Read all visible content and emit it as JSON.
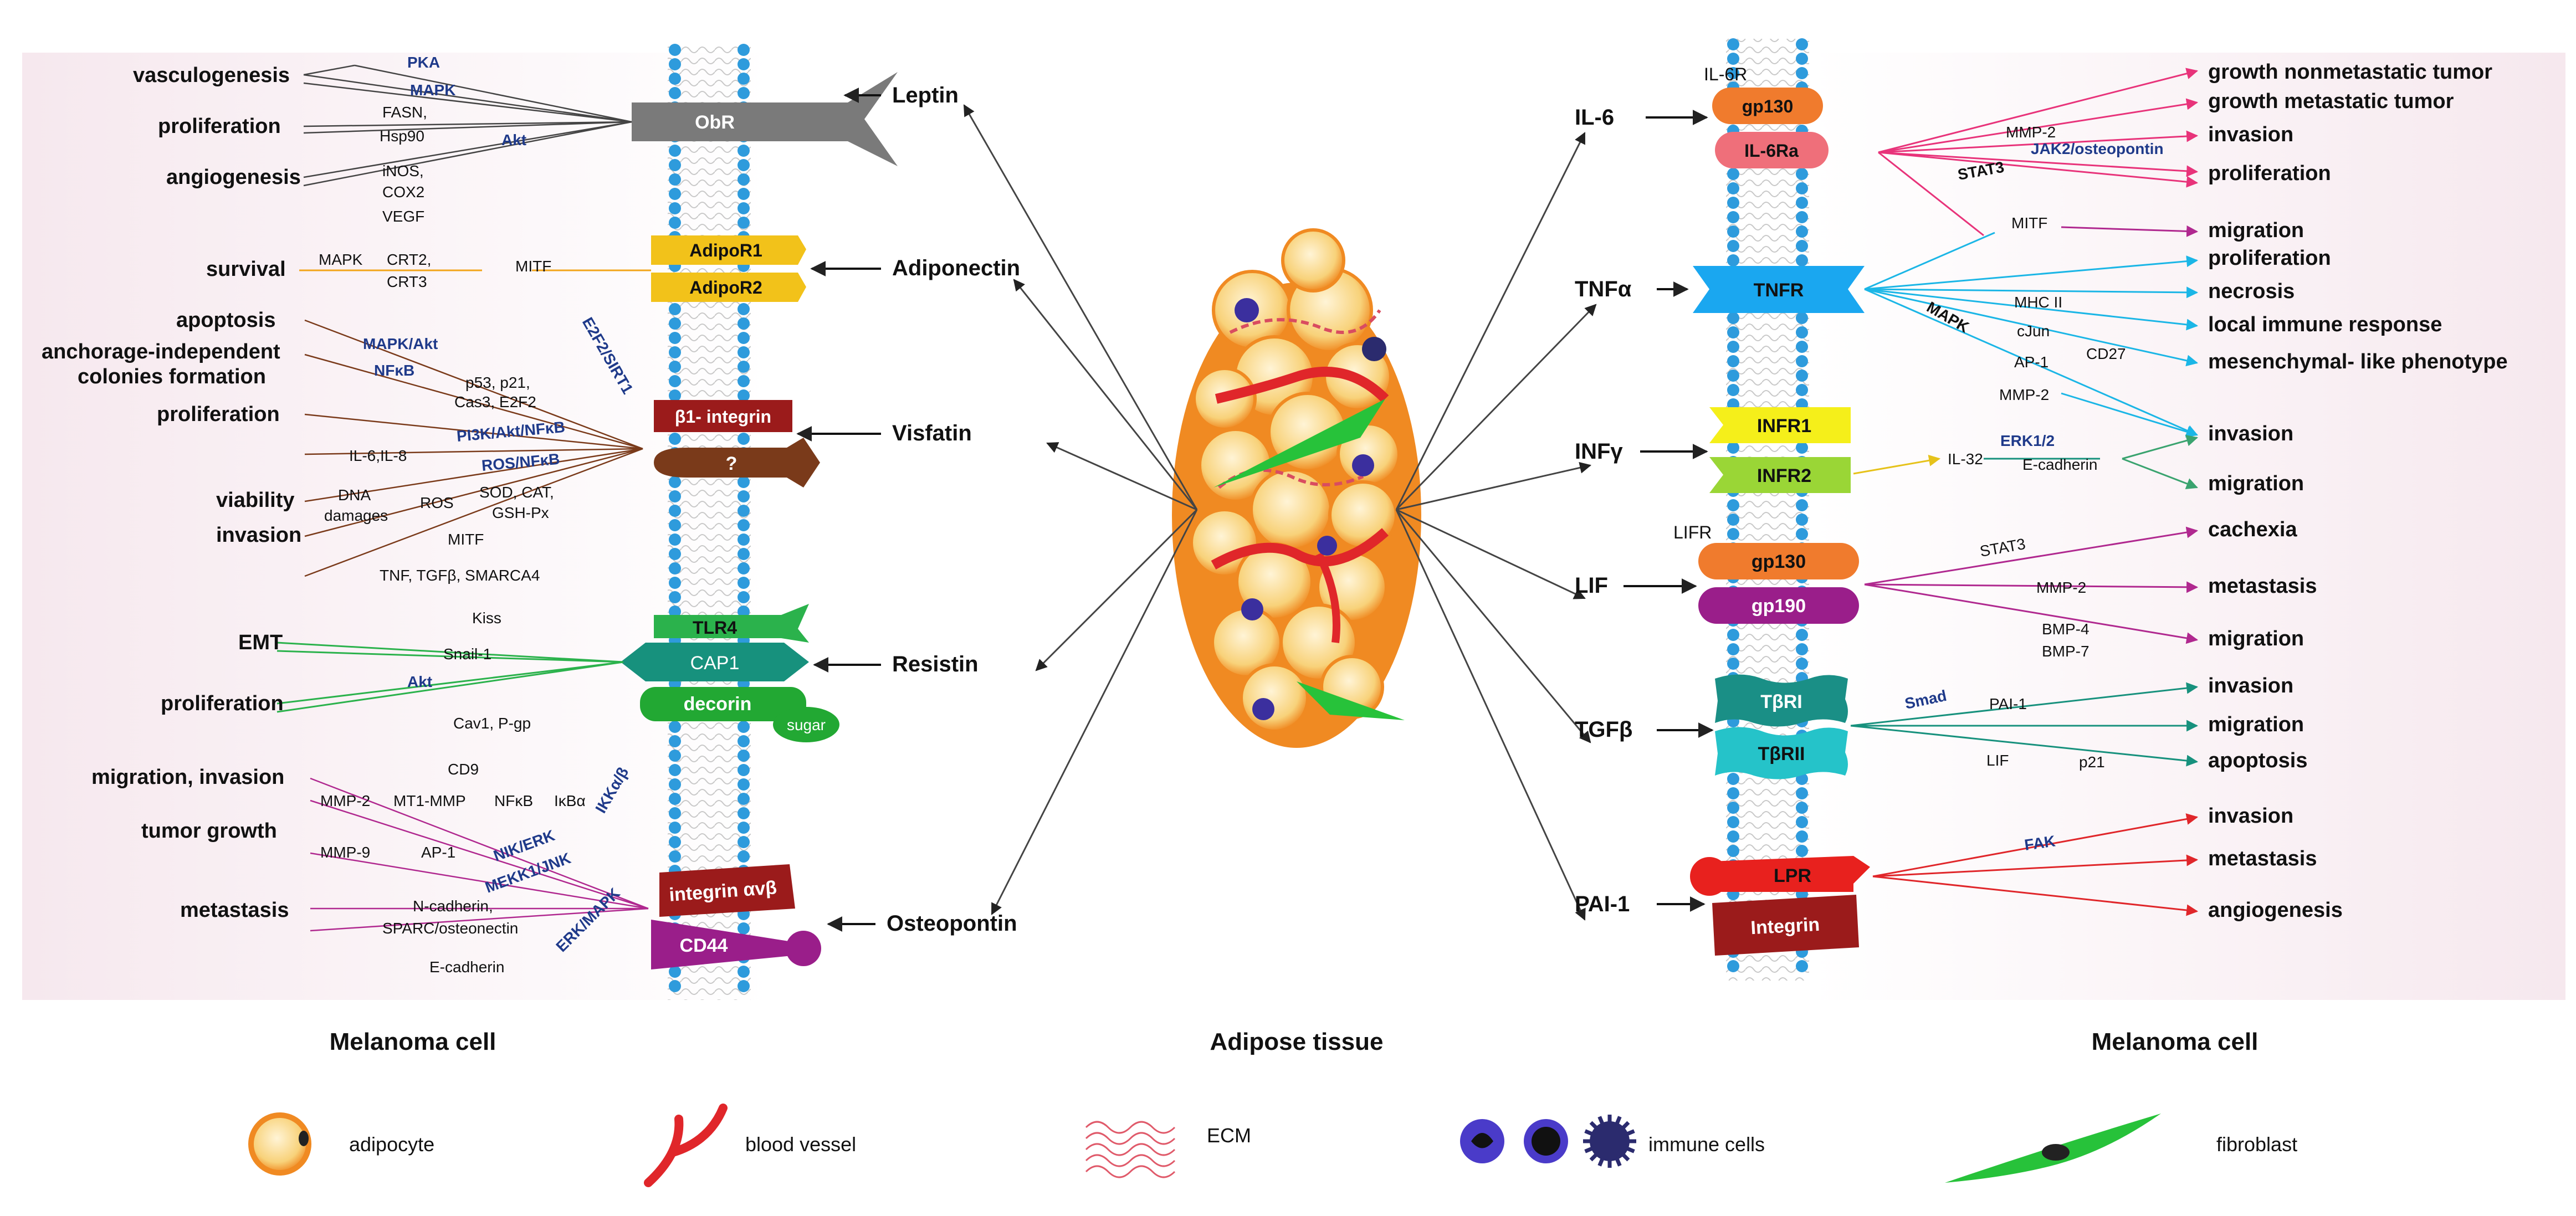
{
  "colors": {
    "membrane_head": "#2e9bdc",
    "left_bg": "#f8eef2",
    "right_bg": "#f8eef2",
    "obr": "#7a7a7a",
    "adipor": "#f2c21a",
    "integrin_b1": "#9b1b1b",
    "brown": "#7a3a1a",
    "green": "#2bb24c",
    "teal": "#17917d",
    "purple": "#8d2a8a",
    "il6": "#f07b2d",
    "il6ra": "#ef6f7a",
    "tnfr": "#1aa7f0",
    "infr1": "#f5ef1a",
    "infr2": "#9ad636",
    "gp190": "#9a1e8a",
    "tbri": "#1a8f86",
    "tbrii": "#25c3c9",
    "lpr": "#e8211e",
    "pink_line": "#e8337a",
    "cyan_line": "#1bb6e6",
    "magenta_line": "#b0288f",
    "red_line": "#e0262a",
    "olive_line": "#3aa36f"
  },
  "captions": {
    "left": "Melanoma cell",
    "center": "Adipose tissue",
    "right": "Melanoma cell"
  },
  "legend": {
    "adipocyte": "adipocyte",
    "blood_vessel": "blood vessel",
    "ecm": "ECM",
    "immune": "immune cells",
    "fibroblast": "fibroblast"
  },
  "adipokines_left": {
    "leptin": "Leptin",
    "adiponectin": "Adiponectin",
    "visfatin": "Visfatin",
    "resistin": "Resistin",
    "osteopontin": "Osteopontin"
  },
  "adipokines_right": {
    "il6": "IL-6",
    "tnfa": "TNFα",
    "infy": "INFγ",
    "lif": "LIF",
    "tgfb": "TGFβ",
    "pai1": "PAI-1"
  },
  "receptors_left": {
    "obr": "ObR",
    "adipor1": "AdipoR1",
    "adipor2": "AdipoR2",
    "b1integrin": "β1- integrin",
    "unknown": "?",
    "tlr4": "TLR4",
    "cap1": "CAP1",
    "decorin": "decorin",
    "sugar": "sugar",
    "integrin_avb": "integrin αvβ",
    "cd44": "CD44"
  },
  "receptors_right": {
    "il6r": "IL-6R",
    "gp130": "gp130",
    "il6ra": "IL-6Ra",
    "tnfr": "TNFR",
    "infr1": "INFR1",
    "infr2": "INFR2",
    "lifr": "LIFR",
    "gp130b": "gp130",
    "gp190": "gp190",
    "tbri": "TβRI",
    "tbrii": "TβRII",
    "lpr": "LPR",
    "integrin": "Integrin"
  },
  "left_effects": {
    "vasculogenesis": "vasculogenesis",
    "proliferation1": "proliferation",
    "angiogenesis": "angiogenesis",
    "survival": "survival",
    "apoptosis": "apoptosis",
    "anchorage1": "anchorage-independent",
    "anchorage2": "colonies formation",
    "proliferation2": "proliferation",
    "viability": "viability",
    "invasion": "invasion",
    "emt": "EMT",
    "proliferation3": "proliferation",
    "migration_invasion": "migration, invasion",
    "tumor_growth": "tumor growth",
    "metastasis": "metastasis"
  },
  "left_mediators": {
    "pka": "PKA",
    "mapk1": "MAPK",
    "fasn": "FASN,",
    "hsp90": "Hsp90",
    "akt1": "Akt",
    "inos": "iNOS,",
    "cox2": "COX2",
    "vegf": "VEGF",
    "mapk2": "MAPK",
    "crt2": "CRT2,",
    "crt3": "CRT3",
    "mitf1": "MITF",
    "mapk_akt": "MAPK/Akt",
    "nfkb1": "NFκB",
    "e2f2_sirt1": "E2F2/SIRT1",
    "p53": "p53, p21,",
    "cas3": "Cas3, E2F2",
    "il6il8": "IL-6,IL-8",
    "pi3k": "PI3K/Akt/NFκB",
    "ros_nfkb": "ROS/NFκB",
    "dna1": "DNA",
    "dna2": "damages",
    "ros": "ROS",
    "sod": "SOD, CAT,",
    "gsh": "GSH-Px",
    "mitf2": "MITF",
    "tnf_tgf": "TNF, TGFβ, SMARCA4",
    "kiss": "Kiss",
    "snail": "Snail-1",
    "akt2": "Akt",
    "cav1": "Cav1, P-gp",
    "cd9": "CD9",
    "mmp2": "MMP-2",
    "mt1mmp": "MT1-MMP",
    "nfkb2": "NFκB",
    "ikba": "IκBα",
    "ikk": "IKKα/β",
    "mmp9": "MMP-9",
    "ap1": "AP-1",
    "nik_erk": "NIK/ERK",
    "mekk1": "MEKK1/JNK",
    "ncad1": "N-cadherin,",
    "ncad2": "SPARC/osteonectin",
    "erk_mapk": "ERK/MAPK",
    "ecad": "E-cadherin"
  },
  "right_effects": {
    "growth_nonmeta": "growth nonmetastatic tumor",
    "growth_meta": "growth metastatic tumor",
    "invasion1": "invasion",
    "proliferation1": "proliferation",
    "migration1": "migration",
    "proliferation2": "proliferation",
    "necrosis": "necrosis",
    "local_immune": "local immune response",
    "mesenchymal": "mesenchymal- like phenotype",
    "invasion2": "invasion",
    "migration2": "migration",
    "cachexia": "cachexia",
    "metastasis1": "metastasis",
    "migration3": "migration",
    "invasion3": "invasion",
    "migration4": "migration",
    "apoptosis": "apoptosis",
    "invasion4": "invasion",
    "metastasis2": "metastasis",
    "angiogenesis": "angiogenesis"
  },
  "right_mediators": {
    "mmp2a": "MMP-2",
    "jak2": "JAK2/osteopontin",
    "stat3a": "STAT3",
    "mitf": "MITF",
    "mhc2": "MHC II",
    "mapk": "MAPK",
    "cjun": "cJun",
    "ap1": "AP-1",
    "cd27": "CD27",
    "mmp2b": "MMP-2",
    "il32": "IL-32",
    "erk12": "ERK1/2",
    "ecad": "E-cadherin",
    "stat3b": "STAT3",
    "mmp2c": "MMP-2",
    "bmp4": "BMP-4",
    "bmp7": "BMP-7",
    "smad": "Smad",
    "pai1": "PAI-1",
    "lif": "LIF",
    "p21": "p21",
    "fak": "FAK"
  }
}
